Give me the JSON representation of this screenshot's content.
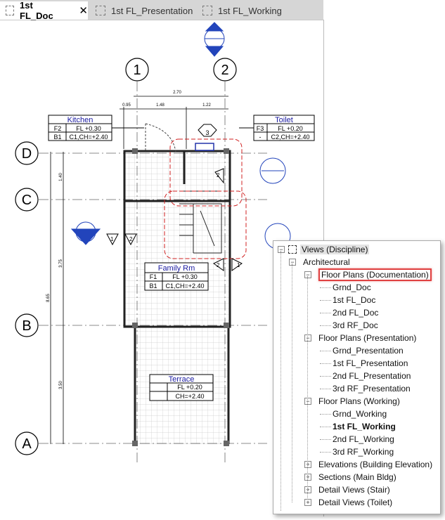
{
  "tabs": [
    {
      "label": "1st FL_Doc",
      "active": true,
      "close": "✕"
    },
    {
      "label": "1st FL_Presentation"
    },
    {
      "label": "1st FL_Working"
    }
  ],
  "plan": {
    "grids": {
      "v1": "1",
      "v2": "2",
      "d": "D",
      "c": "C",
      "b": "B",
      "a": "A"
    },
    "dims": {
      "total": "2.70",
      "left": "0.95",
      "mid": "1.48",
      "right": "1.22",
      "v1": "1.40",
      "v2": "3.75",
      "vtotal": "8.65",
      "v3": "3.50"
    },
    "kitchen": {
      "name": "Kitchen",
      "r1c1": "F2",
      "r1c2": "FL +0.30",
      "r2c1": "B1",
      "r2c2": "C1,CH=+2.40"
    },
    "toilet": {
      "name": "Toilet",
      "r1c1": "F3",
      "r1c2": "FL +0.20",
      "r2c1": "-",
      "r2c2": "C2,CH=+2.40"
    },
    "family": {
      "name": "Family Rm",
      "r1c1": "F1",
      "r1c2": "FL +0.30",
      "r2c1": "B1",
      "r2c2": "C1,CH=+2.40"
    },
    "terrace": {
      "name": "Terrace",
      "r1c2": "FL +0.20",
      "r2c2": "CH=+2.40"
    },
    "tags": {
      "window": "3",
      "t1": "1",
      "t2": "2",
      "t3": "2",
      "t4": "1",
      "t5": "2"
    }
  },
  "tree": [
    {
      "label": "Views (Discipline)",
      "level": 0,
      "exp": "−",
      "hl": true
    },
    {
      "label": "Architectural",
      "level": 1,
      "exp": "−"
    },
    {
      "label": "Floor Plans (Documentation)",
      "level": 2,
      "exp": "−",
      "red": true
    },
    {
      "label": "Grnd_Doc",
      "level": 3
    },
    {
      "label": "1st FL_Doc",
      "level": 3
    },
    {
      "label": "2nd FL_Doc",
      "level": 3
    },
    {
      "label": "3rd RF_Doc",
      "level": 3
    },
    {
      "label": "Floor Plans (Presentation)",
      "level": 2,
      "exp": "−"
    },
    {
      "label": "Grnd_Presentation",
      "level": 3
    },
    {
      "label": "1st FL_Presentation",
      "level": 3
    },
    {
      "label": "2nd FL_Presentation",
      "level": 3
    },
    {
      "label": "3rd RF_Presentation",
      "level": 3
    },
    {
      "label": "Floor Plans (Working)",
      "level": 2,
      "exp": "−"
    },
    {
      "label": "Grnd_Working",
      "level": 3
    },
    {
      "label": "1st FL_Working",
      "level": 3,
      "bold": true
    },
    {
      "label": "2nd FL_Working",
      "level": 3
    },
    {
      "label": "3rd RF_Working",
      "level": 3
    },
    {
      "label": "Elevations (Building Elevation)",
      "level": 2,
      "exp": "+"
    },
    {
      "label": "Sections (Main Bldg)",
      "level": 2,
      "exp": "+"
    },
    {
      "label": "Detail Views (Stair)",
      "level": 2,
      "exp": "+"
    },
    {
      "label": "Detail Views (Toilet)",
      "level": 2,
      "exp": "+"
    }
  ]
}
